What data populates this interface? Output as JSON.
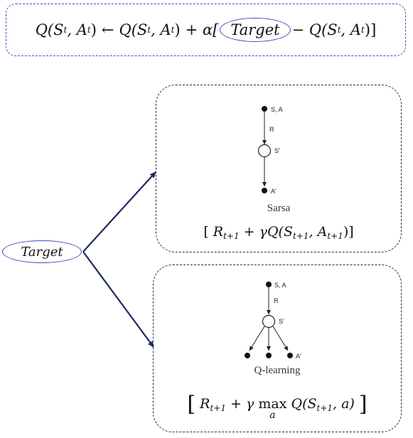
{
  "update_rule": {
    "lhs": "Q(S",
    "lhs_sub_s": "t",
    "lhs_comma": ", A",
    "lhs_sub_a": "t",
    "lhs_close": ")",
    "arrow": "←",
    "rhs_q": "Q(S",
    "rhs_sub_s": "t",
    "rhs_comma": ", A",
    "rhs_sub_a": "t",
    "rhs_close": ")",
    "plus_alpha": "+ α[",
    "target_label": "Target",
    "minus_q": "− Q(S",
    "minus_sub_s": "t",
    "minus_comma": ", A",
    "minus_sub_a": "t",
    "minus_close": ")]"
  },
  "target_label": "Target",
  "sarsa": {
    "node_top_label": "S, A",
    "edge_label": "R",
    "node_mid_label": "S′",
    "node_bottom_label": "A′",
    "caption": "Sarsa",
    "formula_open": "[",
    "formula_r": "R",
    "formula_r_sub": "t+1",
    "formula_rest": " + γQ(S",
    "formula_s_sub": "t+1",
    "formula_comma": ", A",
    "formula_a_sub": "t+1",
    "formula_close": ")]"
  },
  "qlearning": {
    "node_top_label": "S, A",
    "edge_label": "R",
    "node_mid_label": "S′",
    "node_bottom_label": "A′",
    "caption": "Q-learning",
    "formula_open": "[",
    "formula_r": "R",
    "formula_r_sub": "t+1",
    "formula_gamma": " + γ ",
    "formula_max": "max",
    "formula_max_under": "a",
    "formula_q": " Q(S",
    "formula_s_sub": "t+1",
    "formula_rest": ", a)",
    "formula_close": "]"
  },
  "colors": {
    "accent_blue": "#3a52c4",
    "dark_navy": "#1c2a5e"
  }
}
